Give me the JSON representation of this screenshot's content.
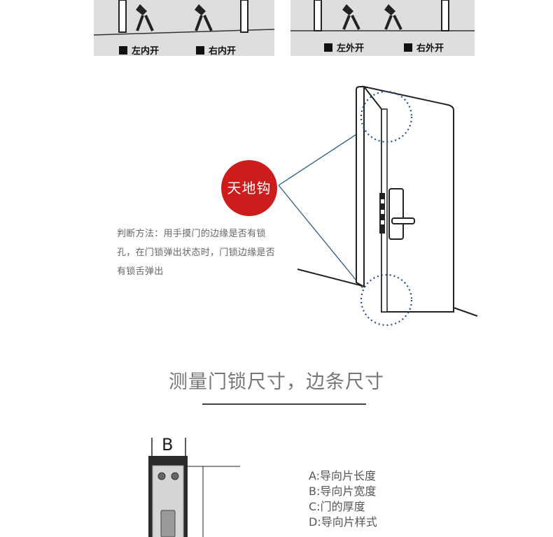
{
  "door_types": [
    {
      "label": "左内开"
    },
    {
      "label": "右内开"
    },
    {
      "label": "左外开"
    },
    {
      "label": "右外开"
    }
  ],
  "badge": {
    "text": "天地钩"
  },
  "description": "判断方法：用手摸门的边缘是否有锁孔，在门锁弹出状态时，门锁边缘是否有锁舌弹出",
  "section_title": "测量门锁尺寸，边条尺寸",
  "dimension_marker": "B",
  "legend": [
    "A:导向片长度",
    "B:导向片宽度",
    "C:门的厚度",
    "D:导向片样式"
  ],
  "colors": {
    "badge": "#cc1c1c",
    "callout_line": "#2a5a8a",
    "dotted_circle": "#1f4f8a"
  }
}
